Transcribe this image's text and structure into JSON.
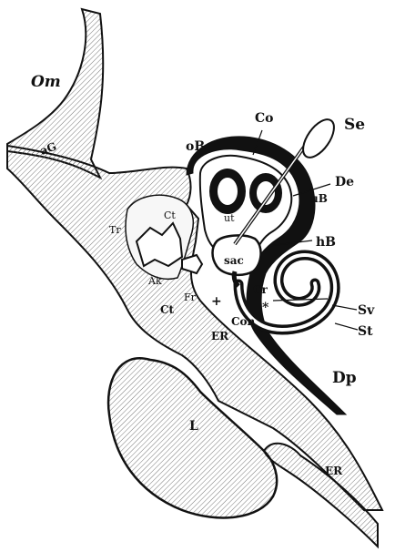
{
  "figure": {
    "colors": {
      "ink": "#111111",
      "bone_fill": "#f4f4f4",
      "cavity_fill": "#ffffff"
    },
    "labels": {
      "Om": "Om",
      "aG": "aG",
      "Co": "Co",
      "Se": "Se",
      "oB": "oB",
      "De": "De",
      "uB": "uB",
      "ut": "ut",
      "Ct_upper": "Ct",
      "Ct_lower": "Ct",
      "Tr": "Tr",
      "Ak": "Ak",
      "hB": "hB",
      "sac": "sac",
      "Fr": "Fr",
      "plus": "+",
      "Cr": "Cr",
      "star": "*",
      "Sv": "Sv",
      "ER_mid": "ER",
      "Con": "Con",
      "St": "St",
      "Dp": "Dp",
      "L": "L",
      "ER_low": "ER"
    }
  }
}
